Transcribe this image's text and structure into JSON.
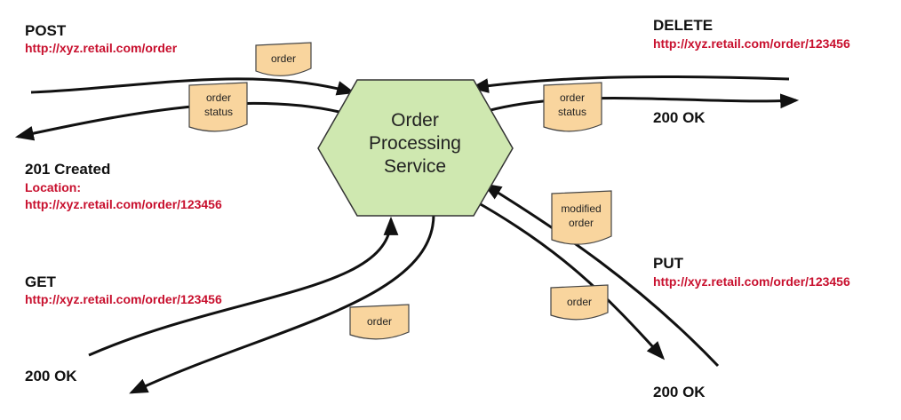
{
  "colors": {
    "service_fill": "#cfe8b0",
    "service_stroke": "#333333",
    "flag_fill": "#f9d59e",
    "flag_stroke": "#444444",
    "url_red": "#c8102e",
    "line": "#111111"
  },
  "service": {
    "label_lines": [
      "Order",
      "Processing",
      "Service"
    ]
  },
  "post": {
    "method": "POST",
    "url": "http://xyz.retail.com/order",
    "response_status": "201 Created",
    "response_location_label": "Location:",
    "response_location_url": "http://xyz.retail.com/order/123456",
    "request_flag": [
      "order"
    ],
    "response_flag": [
      "order",
      "status"
    ]
  },
  "delete": {
    "method": "DELETE",
    "url": "http://xyz.retail.com/order/123456",
    "response_status": "200 OK",
    "response_flag": [
      "order",
      "status"
    ]
  },
  "get": {
    "method": "GET",
    "url": "http://xyz.retail.com/order/123456",
    "response_status": "200 OK",
    "response_flag": [
      "order"
    ]
  },
  "put": {
    "method": "PUT",
    "url": "http://xyz.retail.com/order/123456",
    "response_status": "200 OK",
    "request_flag": [
      "modified",
      "order"
    ],
    "response_flag": [
      "order"
    ]
  }
}
